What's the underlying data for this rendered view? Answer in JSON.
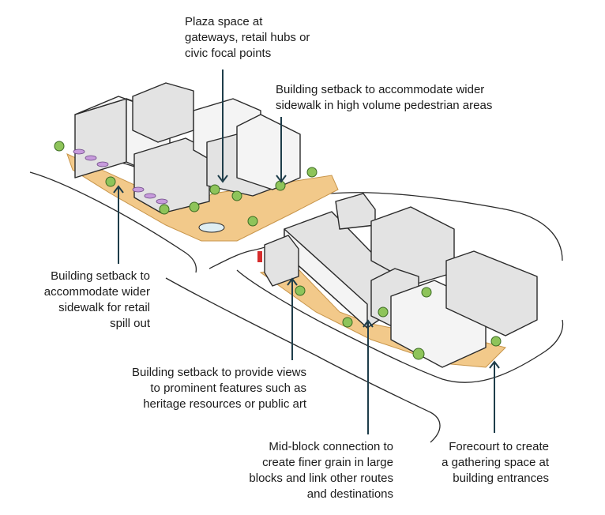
{
  "labels": {
    "plaza": [
      "Plaza space at",
      "gateways, retail hubs or",
      "civic focal points"
    ],
    "setback_pedestrian": [
      "Building setback to accommodate wider",
      "sidewalk in high volume pedestrian areas"
    ],
    "setback_retail": [
      "Building setback to",
      "accommodate wider",
      "sidewalk for retail",
      "spill out"
    ],
    "setback_views": [
      "Building setback to provide views",
      "to prominent features such as",
      "heritage resources or public art"
    ],
    "midblock": [
      "Mid-block connection to",
      "create finer grain in large",
      "blocks and link other routes",
      "and destinations"
    ],
    "forecourt": [
      "Forecourt to create",
      "a gathering space at",
      "building entrances"
    ]
  },
  "colors": {
    "paving": "#f2c98a",
    "leader": "#1e3d4a",
    "tree": "#8ec45a",
    "umbrella": "#c79bdc",
    "building": "#f4f4f4"
  }
}
